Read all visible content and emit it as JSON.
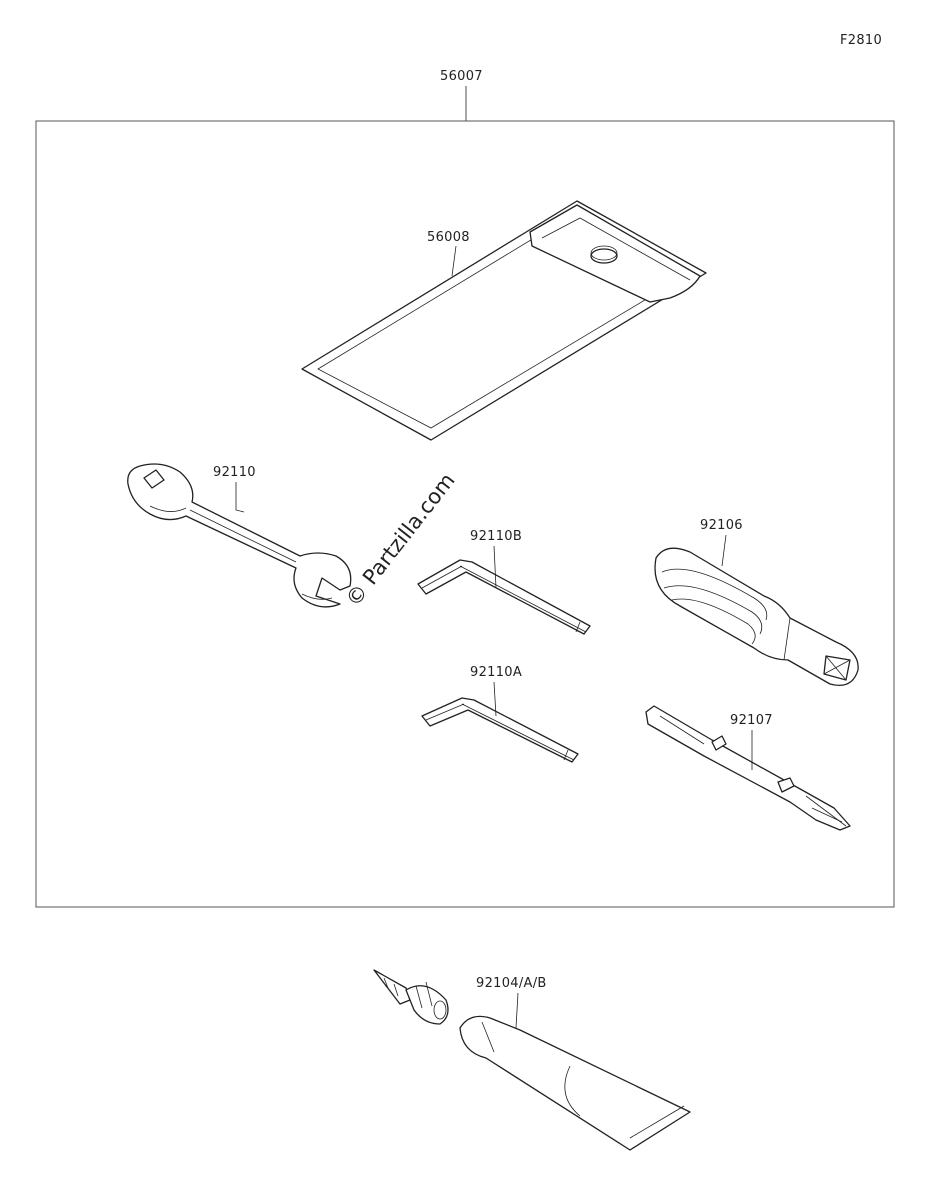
{
  "figure_code": "F2810",
  "watermark": "© Partzilla.com",
  "parts": {
    "tool_kit": "56007",
    "case": "56008",
    "wrench": "92110",
    "hex_key_b": "92110B",
    "hex_key_a": "92110A",
    "screwdriver_handle": "92106",
    "screwdriver_bit": "92107",
    "repair_kit": "92104/A/B"
  }
}
